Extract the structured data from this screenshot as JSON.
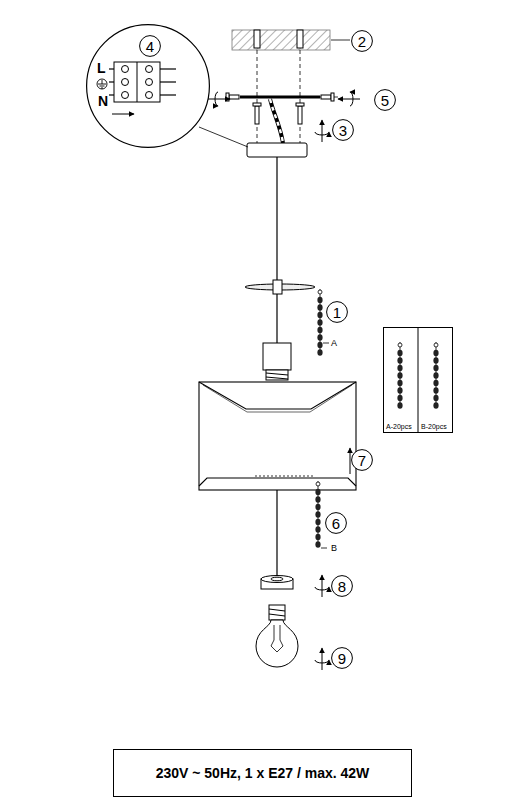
{
  "diagram": {
    "nodes": [
      {
        "text": [
          "L",
          "N"
        ]
      },
      {
        "text": [
          "4"
        ],
        "in": 0
      },
      {
        "text": [
          "2"
        ]
      },
      {
        "text": [
          "5"
        ]
      },
      {
        "text": [
          "3"
        ]
      },
      {
        "text": [
          "1"
        ]
      },
      {
        "text": [
          "A-20pcs",
          "B-20pcs"
        ]
      },
      {
        "text": [
          "7"
        ]
      },
      {
        "text": [
          "6"
        ]
      },
      {
        "text": [
          "8"
        ]
      },
      {
        "text": [
          "9"
        ]
      },
      {
        "text": [
          "230V ~ 50Hz, 1 x E27 / max. 42W"
        ]
      }
    ],
    "labels": [
      "A",
      "B"
    ]
  }
}
